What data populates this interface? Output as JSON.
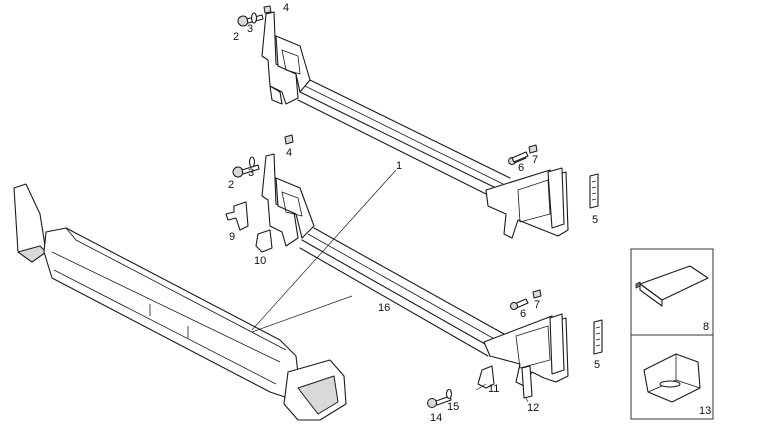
{
  "callouts": {
    "c1": "1",
    "c2a": "2",
    "c2b": "2",
    "c3a": "3",
    "c3b": "3",
    "c4a": "4",
    "c4b": "4",
    "c5a": "5",
    "c5b": "5",
    "c6a": "6",
    "c6b": "6",
    "c7a": "7",
    "c7b": "7",
    "c8": "8",
    "c9": "9",
    "c10": "10",
    "c11": "11",
    "c12": "12",
    "c13": "13",
    "c14": "14",
    "c15": "15",
    "c16": "16"
  }
}
